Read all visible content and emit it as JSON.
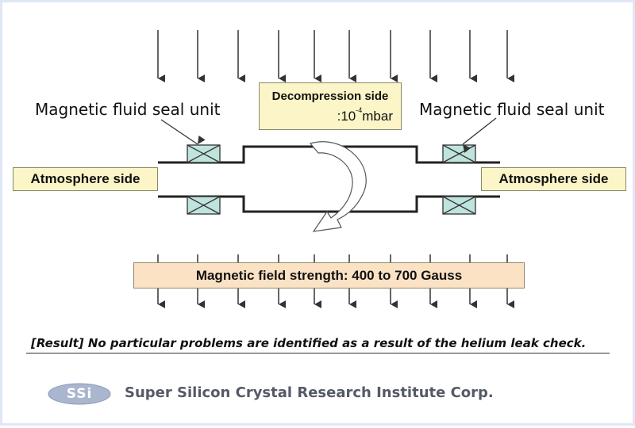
{
  "labels": {
    "seal_left": "Magnetic fluid seal unit",
    "seal_right": "Magnetic fluid seal unit",
    "atmosphere_left": "Atmosphere side",
    "atmosphere_right": "Atmosphere side",
    "decompression_title": "Decompression side",
    "pressure_prefix": ":10",
    "pressure_exponent": "-4",
    "pressure_unit": "mbar",
    "field_strength": "Magnetic field strength: 400 to 700 Gauss"
  },
  "result": {
    "tag": "[Result]",
    "text": " No particular problems are identified as a result of the helium leak check."
  },
  "footer": {
    "logo_text": "SSi",
    "company": "Super Silicon Crystal Research Institute Corp."
  },
  "colors": {
    "label_fill": "#fbf5c7",
    "field_fill": "#fbe2c4",
    "seal_fill": "#bfe3dd",
    "logo_fill": "#aab6cf"
  }
}
